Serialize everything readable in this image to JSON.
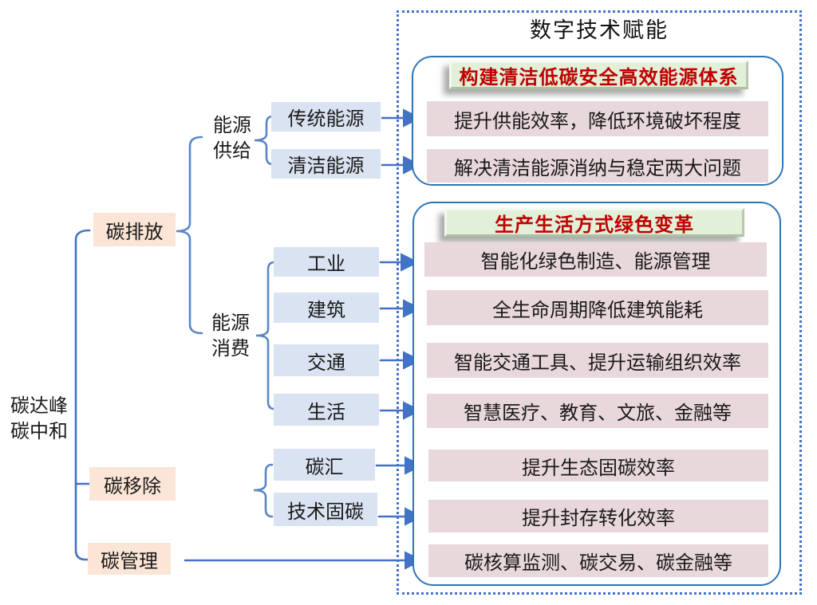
{
  "root_label": {
    "line1": "碳达峰",
    "line2": "碳中和"
  },
  "level1": {
    "emission": "碳排放",
    "removal": "碳移除",
    "management": "碳管理"
  },
  "level2": {
    "supply": {
      "line1": "能源",
      "line2": "供给"
    },
    "consumption": {
      "line1": "能源",
      "line2": "消费"
    }
  },
  "level3": {
    "traditional_energy": "传统能源",
    "clean_energy": "清洁能源",
    "industry": "工业",
    "building": "建筑",
    "transport": "交通",
    "life": "生活",
    "carbon_sink": "碳汇",
    "tech_fixation": "技术固碳"
  },
  "panel": {
    "title": "数字技术赋能",
    "groups": [
      {
        "banner": "构建清洁低碳安全高效能源体系",
        "rows": [
          "提升供能效率，降低环境破坏程度",
          "解决清洁能源消纳与稳定两大问题"
        ]
      },
      {
        "banner": "生产生活方式绿色变革",
        "rows": [
          "智能化绿色制造、能源管理",
          "全生命周期降低建筑能耗",
          "智能交通工具、提升运输组织效率",
          "智慧医疗、教育、文旅、金融等",
          "提升生态固碳效率",
          "提升封存转化效率",
          "碳核算监测、碳交易、碳金融等"
        ]
      }
    ]
  },
  "colors": {
    "branch_fill": "#FBE5D6",
    "leaf_fill": "#DAE3F1",
    "row_fill": "#E8D7DB",
    "banner_fill": "#E2EFD9",
    "banner_text": "#C00000",
    "connector_blue": "#4472C4",
    "box_border_blue": "#2E75B6"
  }
}
